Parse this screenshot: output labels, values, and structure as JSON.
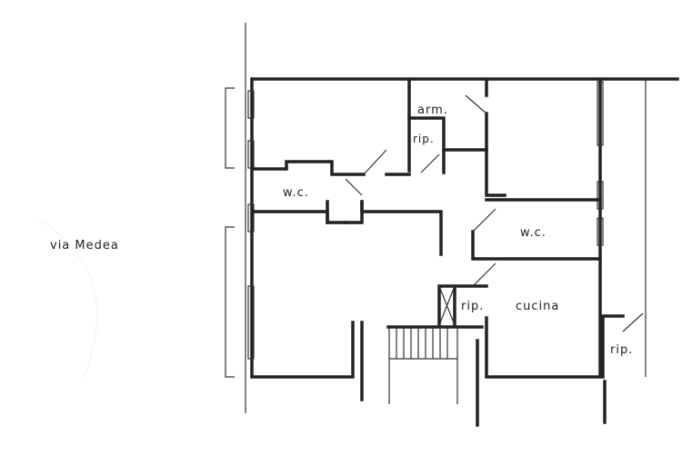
{
  "street": "via Medea",
  "rooms": [
    {
      "label": "arm."
    },
    {
      "label": "rip."
    },
    {
      "label": "w.c."
    },
    {
      "label": "w.c."
    },
    {
      "label": "rip."
    },
    {
      "label": "cucina"
    },
    {
      "label": "rip."
    }
  ]
}
